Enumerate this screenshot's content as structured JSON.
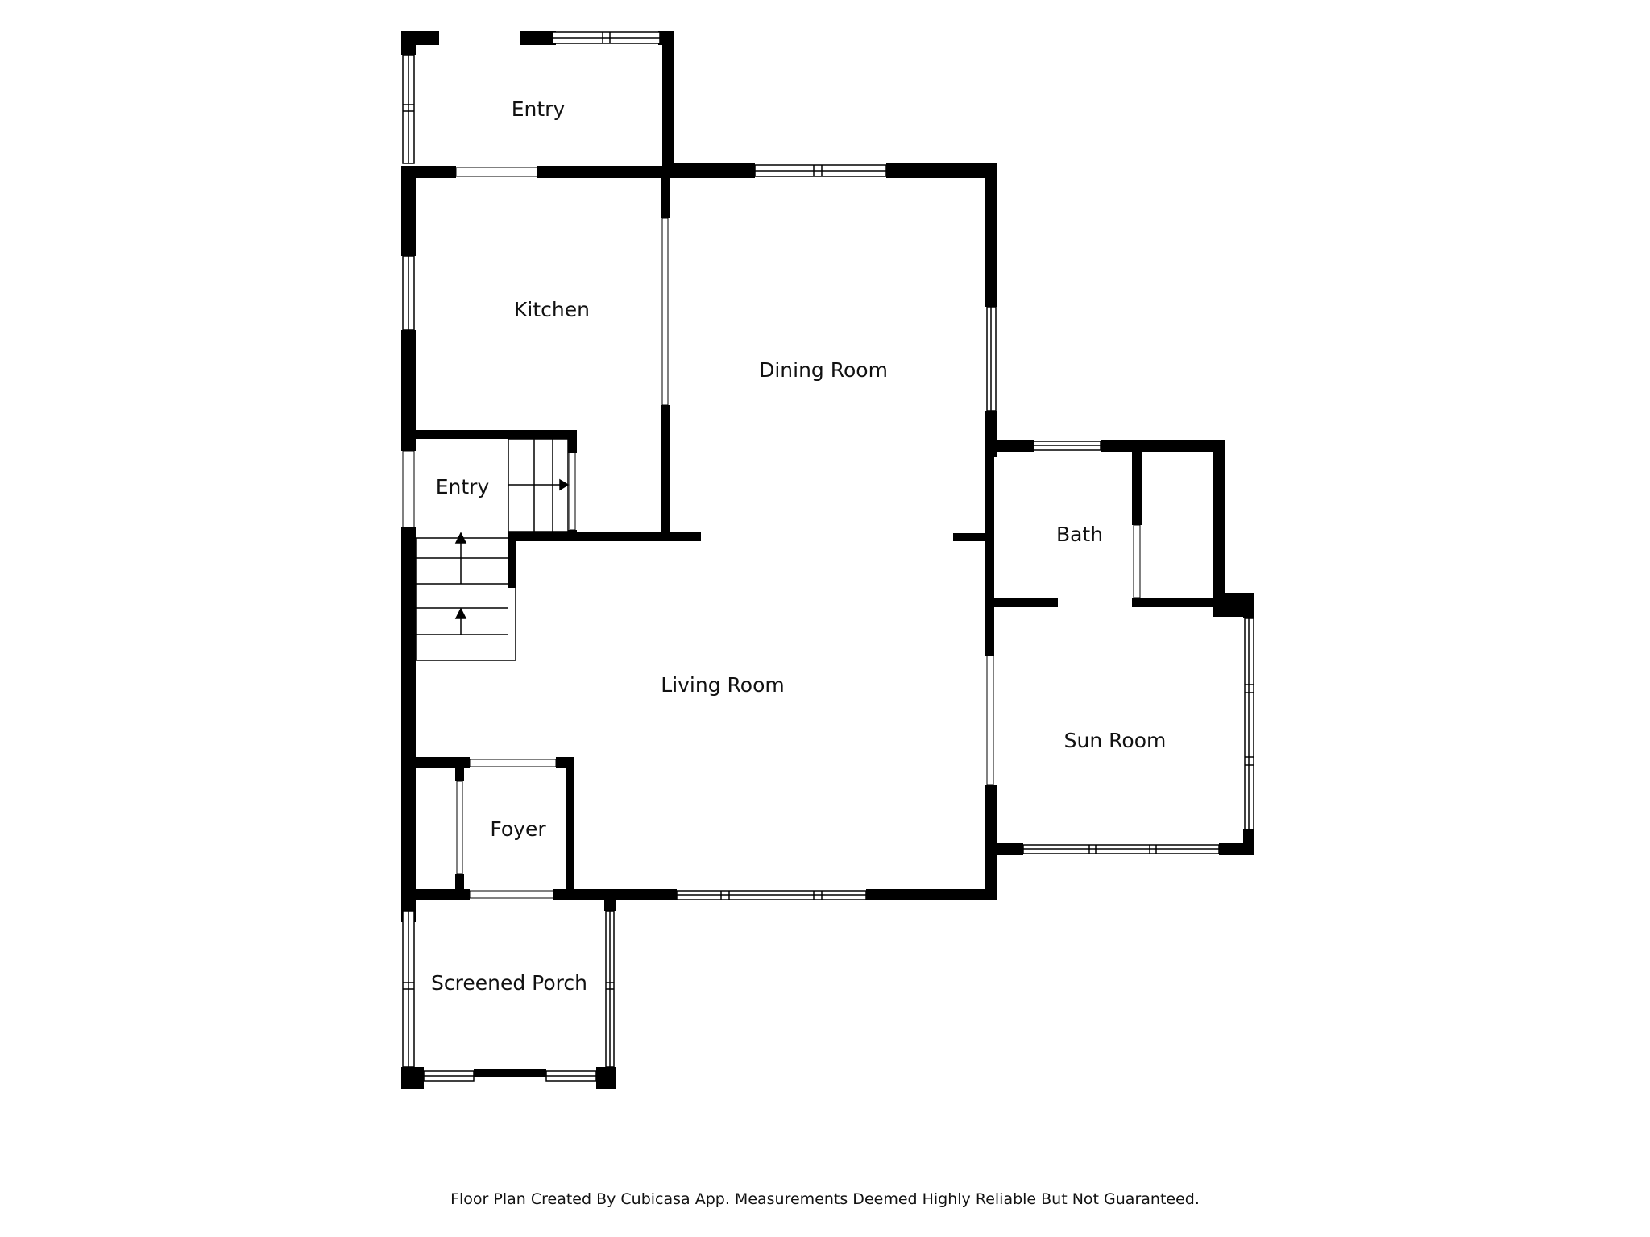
{
  "rooms": {
    "entry_top": "Entry",
    "kitchen": "Kitchen",
    "dining_room": "Dining Room",
    "entry_mid": "Entry",
    "bath": "Bath",
    "living_room": "Living Room",
    "sun_room": "Sun Room",
    "foyer": "Foyer",
    "screened_porch": "Screened Porch"
  },
  "footer": "Floor Plan Created By Cubicasa App. Measurements Deemed Highly Reliable But Not Guaranteed.",
  "colors": {
    "wall": "#000000",
    "background": "#ffffff",
    "window_fill": "#ffffff"
  }
}
